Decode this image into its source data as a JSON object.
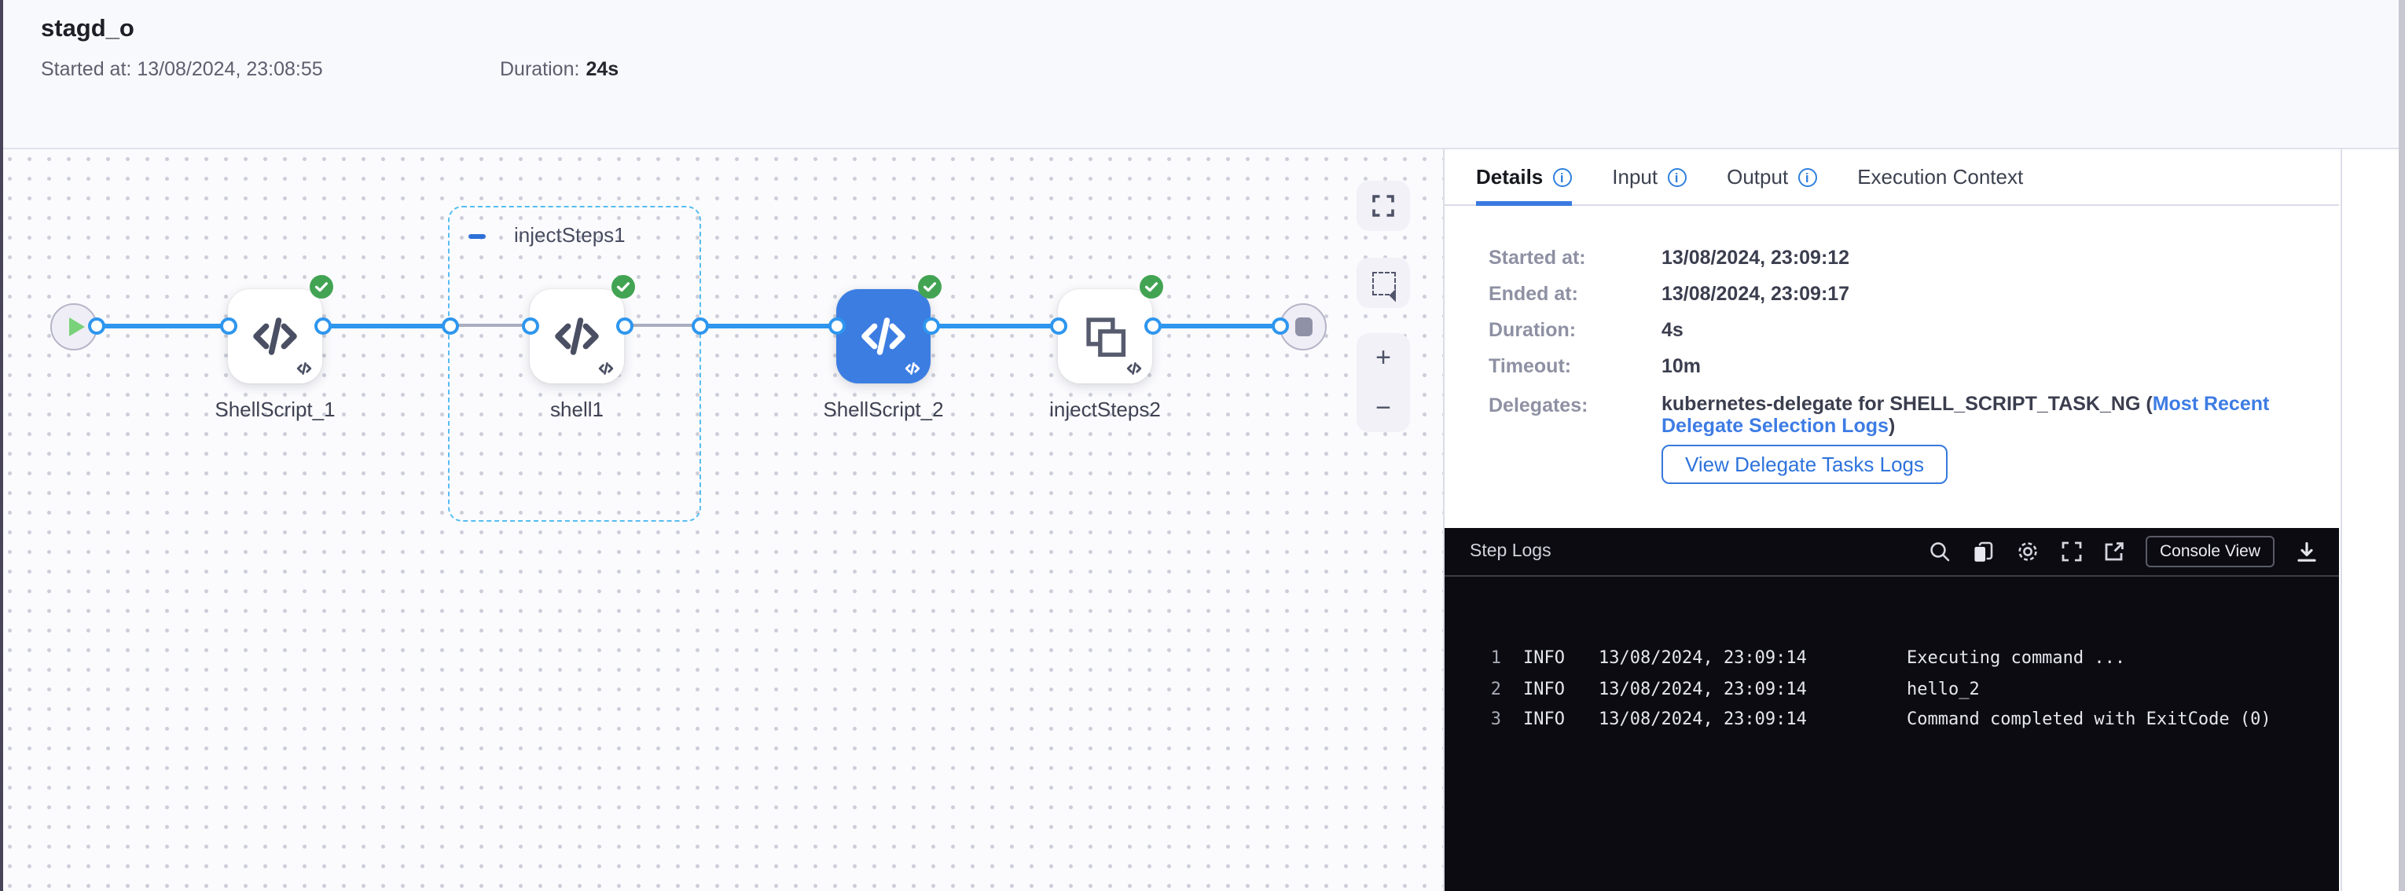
{
  "header": {
    "title": "stagd_o",
    "started_label": "Started at:",
    "started_value": "13/08/2024, 23:08:55",
    "duration_label": "Duration:",
    "duration_value": "24s"
  },
  "canvas": {
    "group_label": "injectSteps1",
    "nodes": {
      "node1_label": "ShellScript_1",
      "node2_label": "shell1",
      "node3_label": "ShellScript_2",
      "node4_label": "injectSteps2"
    },
    "controls": {
      "zoom_in": "+",
      "zoom_out": "−"
    }
  },
  "tabs": {
    "details": "Details",
    "input": "Input",
    "output": "Output",
    "execution_context": "Execution Context"
  },
  "details": {
    "rows": [
      {
        "label": "Started at:",
        "value": "13/08/2024, 23:09:12"
      },
      {
        "label": "Ended at:",
        "value": "13/08/2024, 23:09:17"
      },
      {
        "label": "Duration:",
        "value": "4s"
      },
      {
        "label": "Timeout:",
        "value": "10m"
      }
    ],
    "delegates_label": "Delegates:",
    "delegates_prefix": "kubernetes-delegate for SHELL_SCRIPT_TASK_NG (",
    "delegates_link": "Most Recent Delegate Selection Logs",
    "delegates_suffix": ")",
    "view_logs_button": "View Delegate Tasks Logs"
  },
  "step_logs": {
    "title": "Step Logs",
    "console_view_button": "Console View",
    "lines": [
      {
        "num": "1",
        "level": "INFO",
        "timestamp": "13/08/2024, 23:09:14",
        "message": "Executing command ..."
      },
      {
        "num": "2",
        "level": "INFO",
        "timestamp": "13/08/2024, 23:09:14",
        "message": "hello_2"
      },
      {
        "num": "3",
        "level": "INFO",
        "timestamp": "13/08/2024, 23:09:14",
        "message": "Command completed with ExitCode (0)"
      }
    ]
  },
  "icons": {
    "info": "i"
  },
  "colors": {
    "accent_blue": "#3a7ae0",
    "wire_blue": "#2e96ee",
    "selected_node_blue": "#3c7de2",
    "success_green": "#42a453",
    "link_blue": "#3d7ce4",
    "console_bg": "#0b0b11",
    "header_bg": "#f8f9fd"
  }
}
